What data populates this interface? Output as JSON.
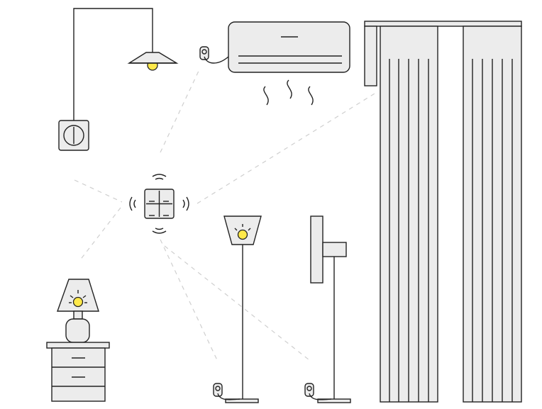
{
  "colors": {
    "line": "#222222",
    "fill": "#ececec",
    "bulb": "#ffe94a",
    "signal_ray": "#cfcfcf",
    "background": "#ffffff"
  },
  "devices": [
    {
      "name": "ceiling-light",
      "icon": "pendant-lamp-icon"
    },
    {
      "name": "wall-switch",
      "icon": "rotary-switch-icon"
    },
    {
      "name": "air-conditioner",
      "icon": "air-conditioner-icon"
    },
    {
      "name": "curtains",
      "icon": "curtain-icon"
    },
    {
      "name": "wireless-switch",
      "icon": "four-gang-switch-icon"
    },
    {
      "name": "table-lamp",
      "icon": "table-lamp-icon"
    },
    {
      "name": "floor-lamp",
      "icon": "floor-lamp-icon"
    },
    {
      "name": "fan",
      "icon": "standing-fan-icon"
    },
    {
      "name": "smart-plug",
      "icon": "smart-plug-icon"
    }
  ]
}
